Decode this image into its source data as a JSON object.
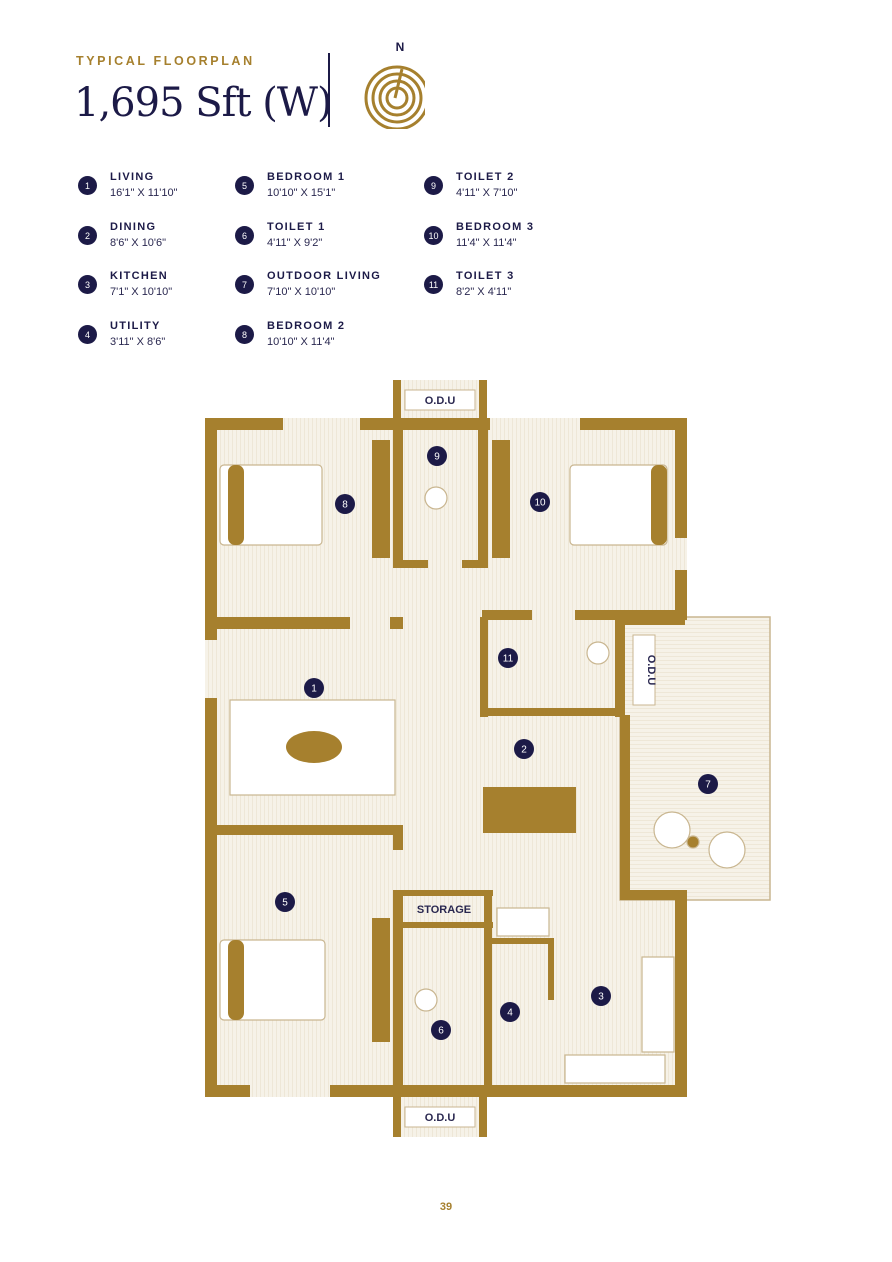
{
  "header": {
    "eyebrow": "TYPICAL FLOORPLAN",
    "title": "1,695 Sft (W)",
    "compass_label": "N"
  },
  "legend": [
    {
      "num": "1",
      "name": "LIVING",
      "dim": "16'1\" X 11'10\""
    },
    {
      "num": "2",
      "name": "DINING",
      "dim": "8'6\" X 10'6\""
    },
    {
      "num": "3",
      "name": "KITCHEN",
      "dim": "7'1\" X 10'10\""
    },
    {
      "num": "4",
      "name": "UTILITY",
      "dim": "3'11\" X 8'6\""
    },
    {
      "num": "5",
      "name": "BEDROOM 1",
      "dim": "10'10\" X 15'1\""
    },
    {
      "num": "6",
      "name": "TOILET 1",
      "dim": "4'11\" X 9'2\""
    },
    {
      "num": "7",
      "name": "OUTDOOR LIVING",
      "dim": "7'10\" X 10'10\""
    },
    {
      "num": "8",
      "name": "BEDROOM 2",
      "dim": "10'10\" X 11'4\""
    },
    {
      "num": "9",
      "name": "TOILET 2",
      "dim": "4'11\" X 7'10\""
    },
    {
      "num": "10",
      "name": "BEDROOM 3",
      "dim": "11'4\" X 11'4\""
    },
    {
      "num": "11",
      "name": "TOILET 3",
      "dim": "8'2\" X 4'11\""
    }
  ],
  "plan_labels": {
    "odu_top": "O.D.U",
    "odu_right": "O.D.U",
    "odu_bottom": "O.D.U",
    "storage": "STORAGE"
  },
  "page_number": "39",
  "colors": {
    "gold": "#a6802e",
    "navy": "#1c1a47",
    "floor": "#f4efe3"
  }
}
